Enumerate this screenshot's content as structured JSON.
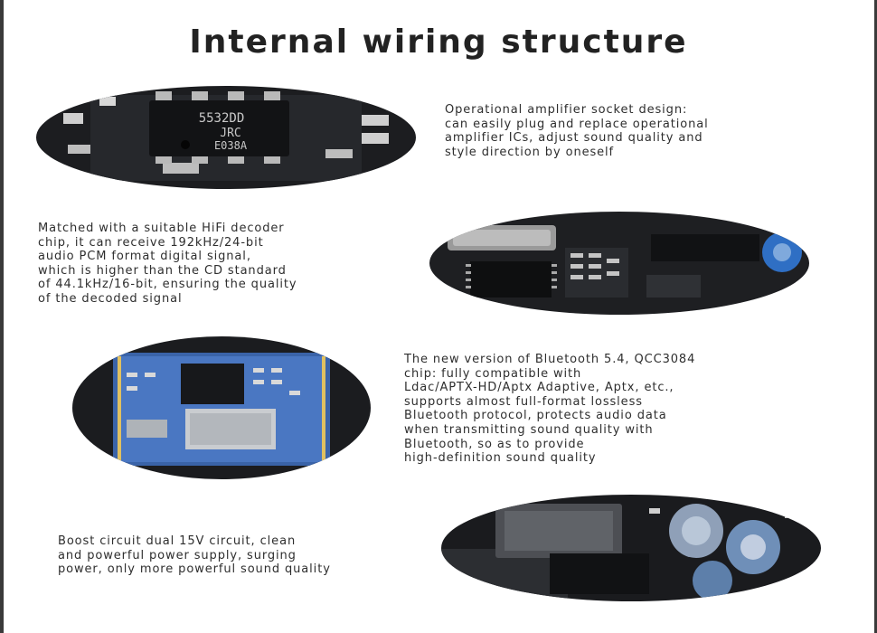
{
  "title": "Internal wiring structure",
  "sections": [
    {
      "lines": [
        "Operational amplifier socket design:",
        "can easily plug and replace operational",
        "amplifier ICs, adjust sound quality and",
        "style direction by oneself"
      ],
      "chip_text": [
        "5532DD",
        "JRC",
        "E038A"
      ]
    },
    {
      "lines": [
        "Matched with a suitable HiFi decoder",
        "chip, it can receive 192kHz/24-bit",
        "audio PCM format digital signal,",
        "which is higher than the CD standard",
        "of 44.1kHz/16-bit, ensuring the quality",
        "of the decoded signal"
      ]
    },
    {
      "lines": [
        "The new version of Bluetooth 5.4, QCC3084",
        "chip: fully compatible with",
        "Ldac/APTX-HD/Aptx Adaptive, Aptx, etc.,",
        "supports almost full-format lossless",
        "Bluetooth protocol, protects audio data",
        "when transmitting sound quality with",
        "Bluetooth, so as to provide",
        "high-definition sound quality"
      ]
    },
    {
      "lines": [
        "Boost circuit dual 15V circuit, clean",
        "and powerful power supply, surging",
        "power, only more powerful sound quality"
      ]
    }
  ]
}
